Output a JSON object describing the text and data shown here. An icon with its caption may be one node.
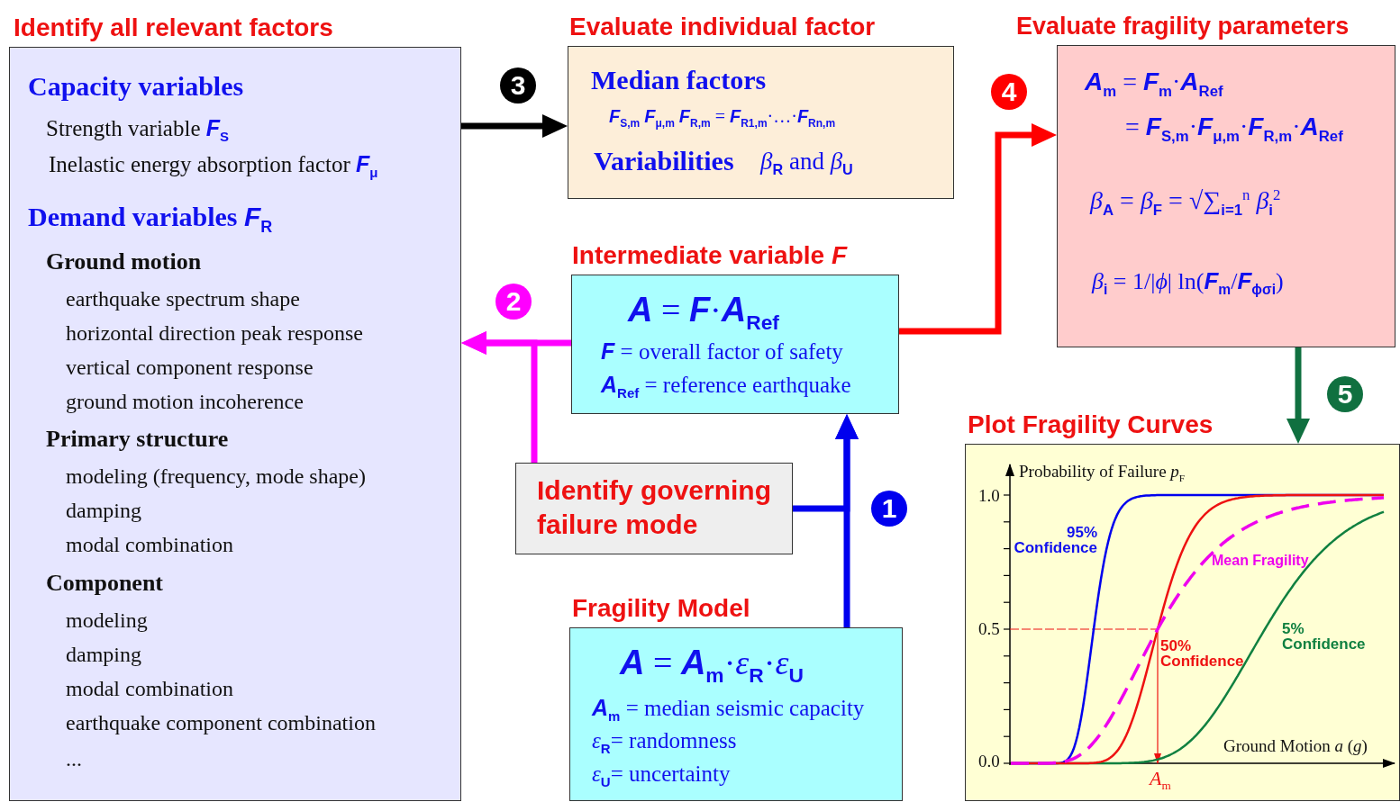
{
  "diagram": {
    "nodes": [
      {
        "text": [
          "Identify all relevant factors",
          "Capacity variables",
          "Strength variable **F**$_{S}$",
          "Inelastic energy absorption factor **F**$_{μ}$",
          "Demand variables **F**$_{R}$",
          "Ground motion",
          "earthquake spectrum shape",
          "horizontal direction peak response",
          "vertical component response",
          "ground motion incoherence",
          "Primary structure",
          "modeling (frequency, mode shape)",
          "damping",
          "modal combination",
          "Component",
          "modeling",
          "damping",
          "modal combination",
          "earthquake component combination",
          "..."
        ]
      },
      {
        "text": [
          "Evaluate individual factor",
          "Median factors",
          "**F**$_{S,m}$  **F**$_{μ,m}$  **F**$_{R,m}$ = **F**$_{R1,m}$·…·**F**$_{Rn,m}$",
          "Variabilities",
          "*β*$_{R}$ and *β*$_{U}$"
        ]
      },
      {
        "text": [
          "Evaluate fragility parameters",
          "**A**$_{m}$ = **F**$_{m}$·**A**$_{Ref}$",
          "= **F**$_{S,m}$·**F**$_{μ,m}$·**F**$_{R,m}$·**A**$_{Ref}$",
          "*β*$_{A}$ = *β*$_{F}$ = √∑$_{i=1}$$^{n}$ *β*$_{i}$$^{2}$",
          "*β*$_{i}$ = 1/|*ϕ*| ln(**F**$_{m}$/**F**$_{ϕσi}$)"
        ]
      },
      {
        "text": [
          "Intermediate variable *F*",
          "**A** = **F**·**A**$_{Ref}$",
          "**F** = overall factor of safety",
          "**A**$_{Ref}$ = reference earthquake"
        ]
      },
      {
        "text": [
          "Identify governing failure mode"
        ]
      },
      {
        "text": [
          "Fragility Model",
          "**A** = **A**$_{m}$·*ε*$_{R}$·*ε*$_{U}$",
          "**A**$_{m}$ = median seismic capacity",
          "*ε*$_{R}$= randomness",
          "*ε*$_{U}$= uncertainty"
        ]
      },
      {
        "text": [
          "Plot Fragility Curves"
        ]
      }
    ],
    "edges": [
      {
        "from": 0,
        "to": 1,
        "arrow": "to",
        "label": "3",
        "color": "#000000"
      },
      {
        "from": 3,
        "to": 2,
        "arrow": "to",
        "label": "4",
        "color": "#ff0000"
      },
      {
        "from": 3,
        "to": 0,
        "arrow": "to",
        "label": "2",
        "color": "#ff00ff"
      },
      {
        "from": 4,
        "to": 0,
        "arrow": "to",
        "color": "#ff00ff"
      },
      {
        "from": 5,
        "to": 3,
        "arrow": "to",
        "label": "1",
        "color": "#0000ee"
      },
      {
        "from": 4,
        "to": 3,
        "arrow": "to",
        "color": "#0000ee"
      },
      {
        "from": 2,
        "to": 6,
        "arrow": "to",
        "label": "5",
        "color": "#107040"
      }
    ],
    "labels": [
      "Probability of Failure *p*$_{F}$",
      "1.0",
      "0.5",
      "0.0",
      "95% Confidence",
      "Mean Fragility",
      "50% Confidence",
      "5% Confidence",
      "Ground Motion *a* (*g*)",
      "*A*$_{m}$"
    ]
  }
}
